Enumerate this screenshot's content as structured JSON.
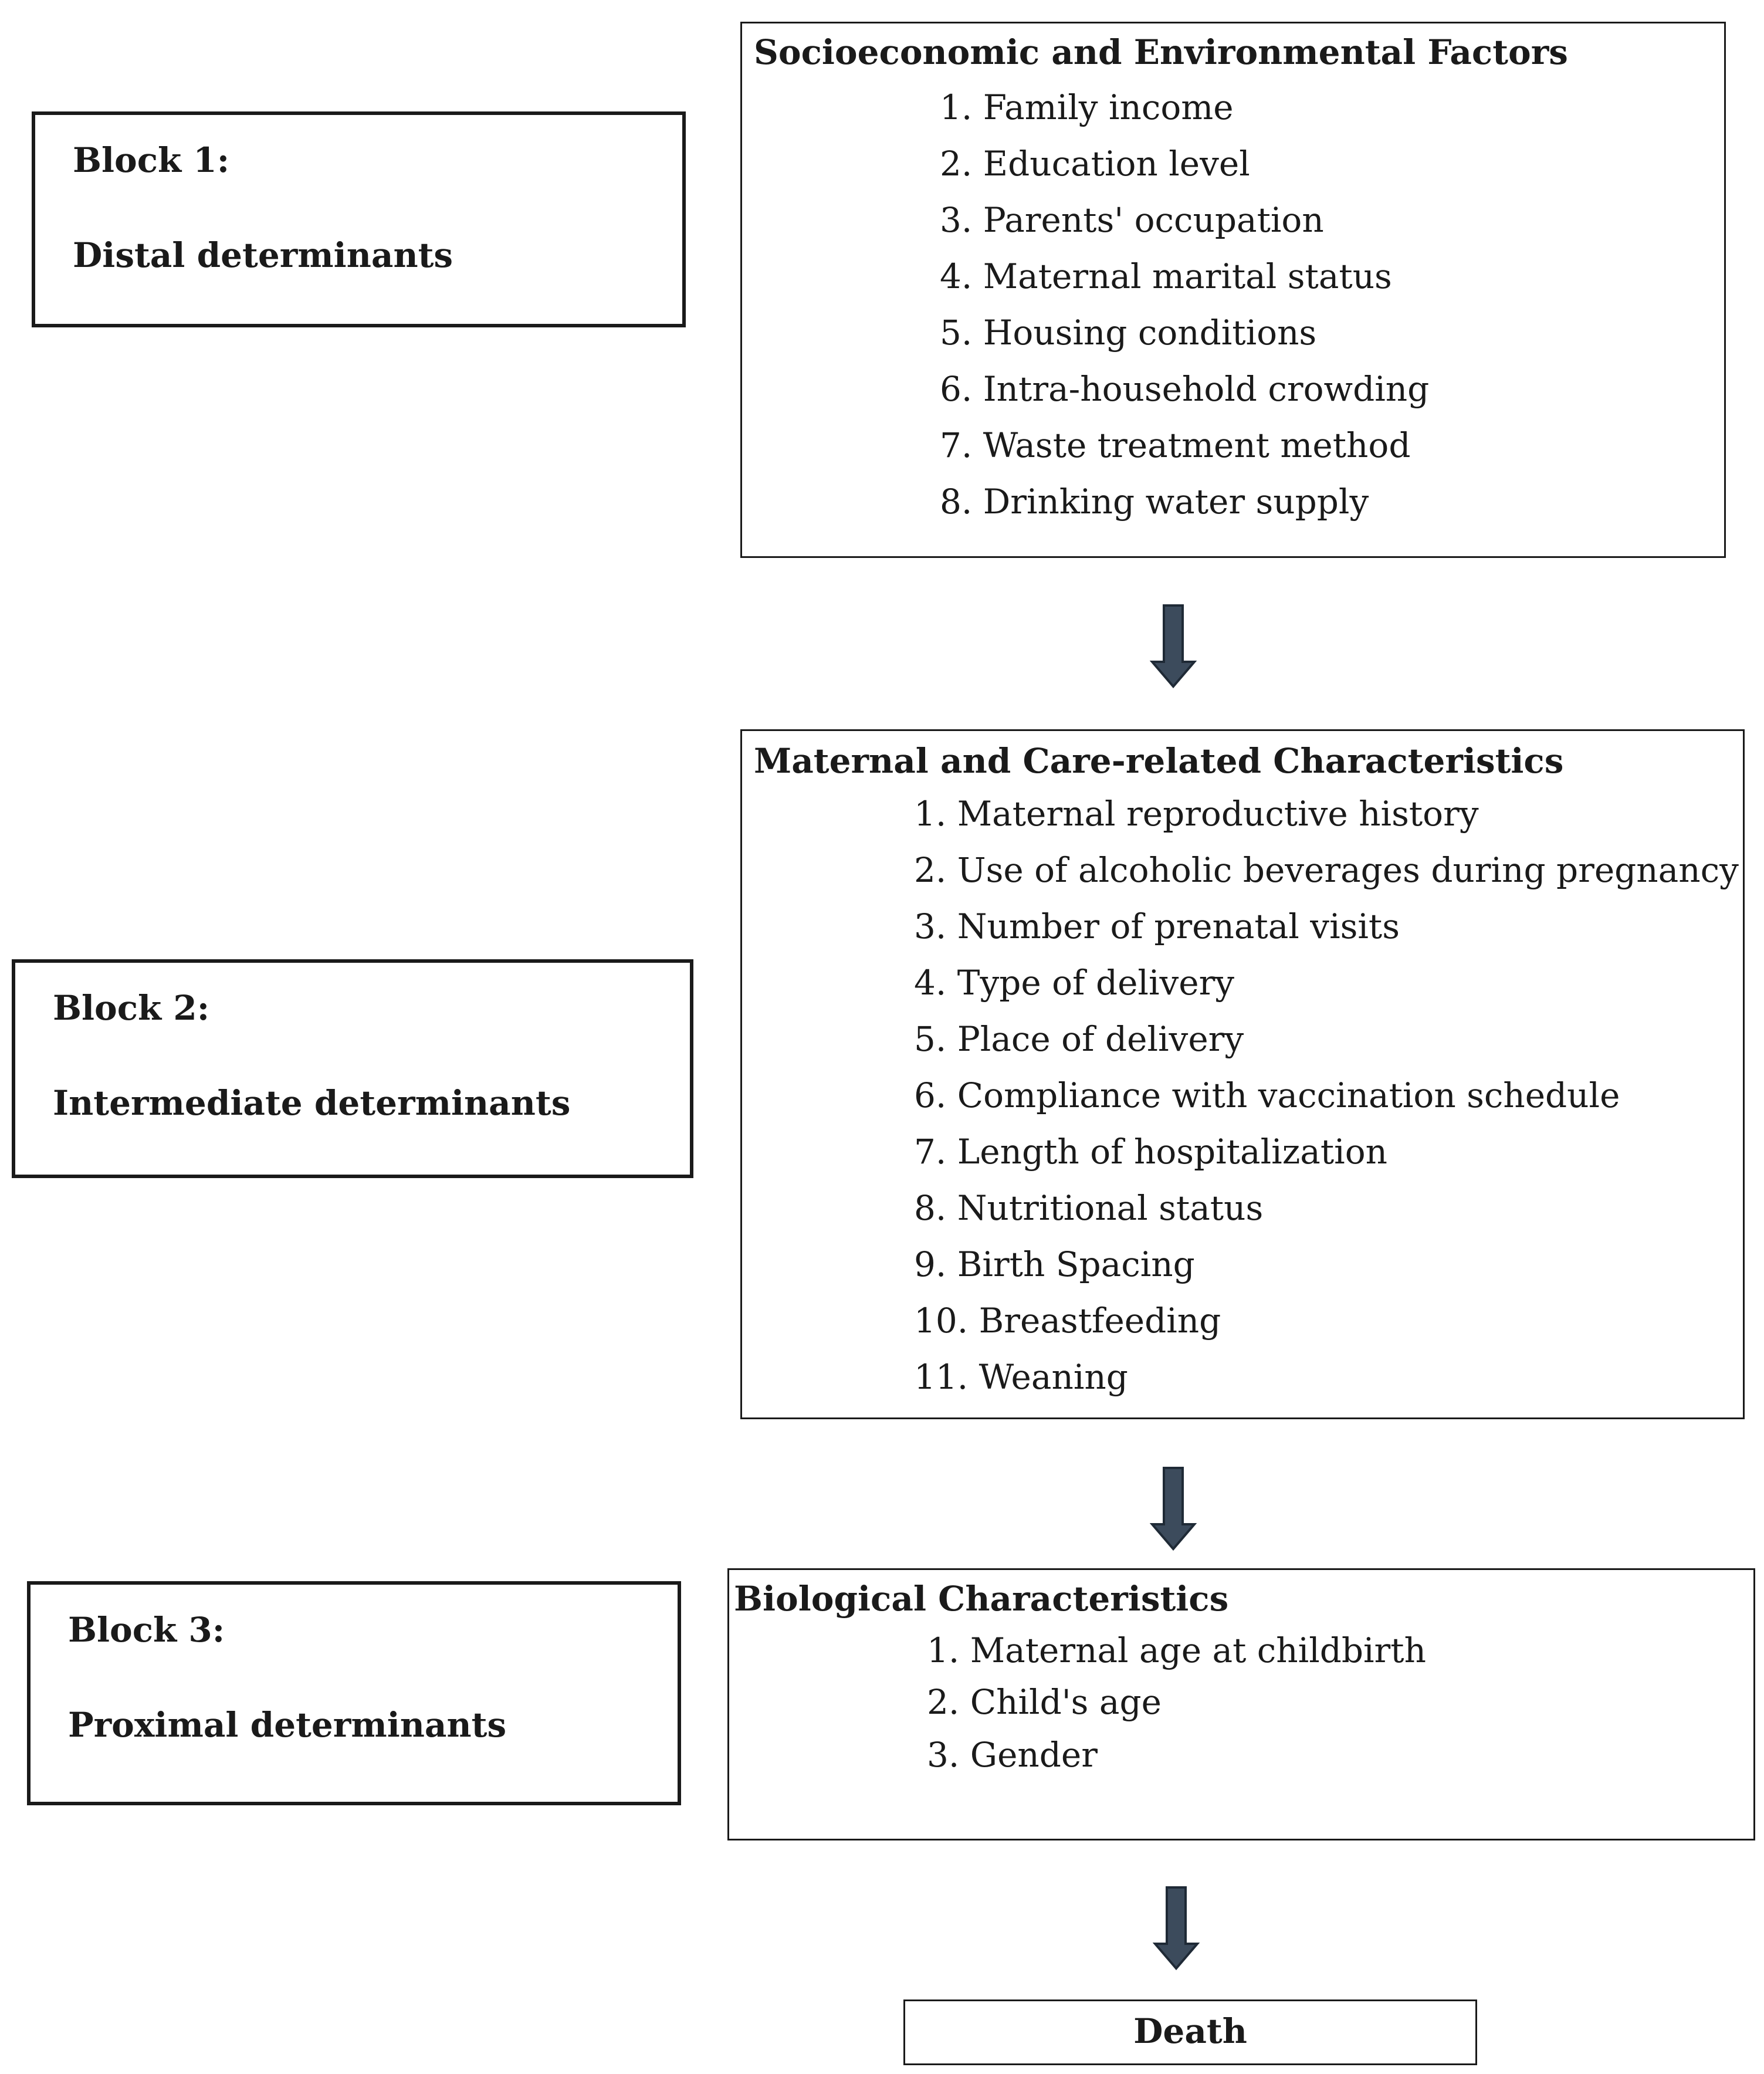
{
  "blocks": [
    {
      "label": "Block 1:",
      "name": "Distal determinants"
    },
    {
      "label": "Block 2:",
      "name": "Intermediate determinants"
    },
    {
      "label": "Block 3:",
      "name": "Proximal determinants"
    }
  ],
  "groups": [
    {
      "title": "Socioeconomic and Environmental Factors",
      "items": [
        "1. Family income",
        "2. Education level",
        "3. Parents' occupation",
        "4. Maternal marital status",
        "5. Housing conditions",
        "6. Intra-household crowding",
        "7. Waste treatment method",
        "8. Drinking water supply"
      ]
    },
    {
      "title": "Maternal and Care-related Characteristics",
      "items": [
        "1. Maternal reproductive history",
        "2. Use of alcoholic beverages during pregnancy",
        "3. Number of prenatal visits",
        "4. Type of delivery",
        "5. Place of delivery",
        "6. Compliance with vaccination schedule",
        "7. Length of hospitalization",
        "8. Nutritional status",
        "9. Birth Spacing",
        "10. Breastfeeding",
        "11. Weaning"
      ]
    },
    {
      "title": "Biological Characteristics",
      "items": [
        "1. Maternal age at childbirth",
        "2. Child's age",
        "3. Gender"
      ]
    }
  ],
  "outcome": "Death",
  "colors": {
    "arrow_fill": "#3c4b5c",
    "arrow_stroke": "#1f2a36",
    "border": "#1a1a1a"
  }
}
